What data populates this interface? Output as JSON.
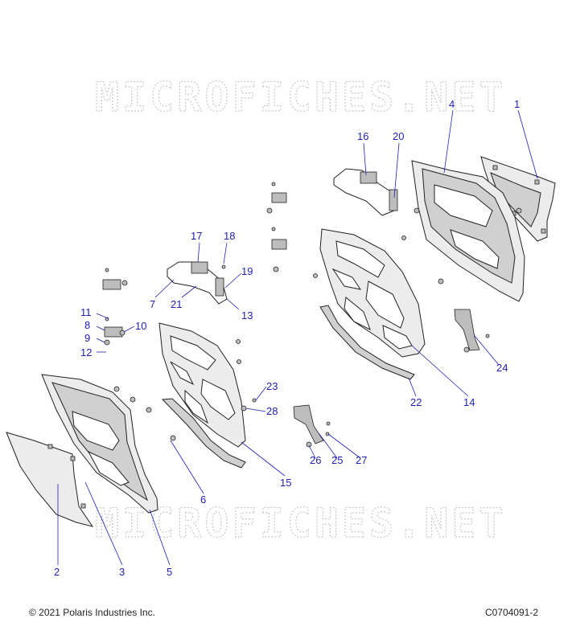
{
  "watermark": "MICROFICHES.NET",
  "footer": {
    "copyright": "© 2021 Polaris Industries Inc.",
    "figure_id": "C0704091-2"
  },
  "callouts": {
    "c1": "1",
    "c2": "2",
    "c3": "3",
    "c4": "4",
    "c5": "5",
    "c6": "6",
    "c7": "7",
    "c8": "8",
    "c9": "9",
    "c10": "10",
    "c11": "11",
    "c12": "12",
    "c13": "13",
    "c14": "14",
    "c15": "15",
    "c16": "16",
    "c17": "17",
    "c18": "18",
    "c19": "19",
    "c20": "20",
    "c21": "21",
    "c22": "22",
    "c23": "23",
    "c24": "24",
    "c25": "25",
    "c26": "26",
    "c27": "27",
    "c28": "28"
  },
  "colors": {
    "callout": "#1f1fb4",
    "line": "#222222",
    "watermark": "#c9c9c9"
  }
}
